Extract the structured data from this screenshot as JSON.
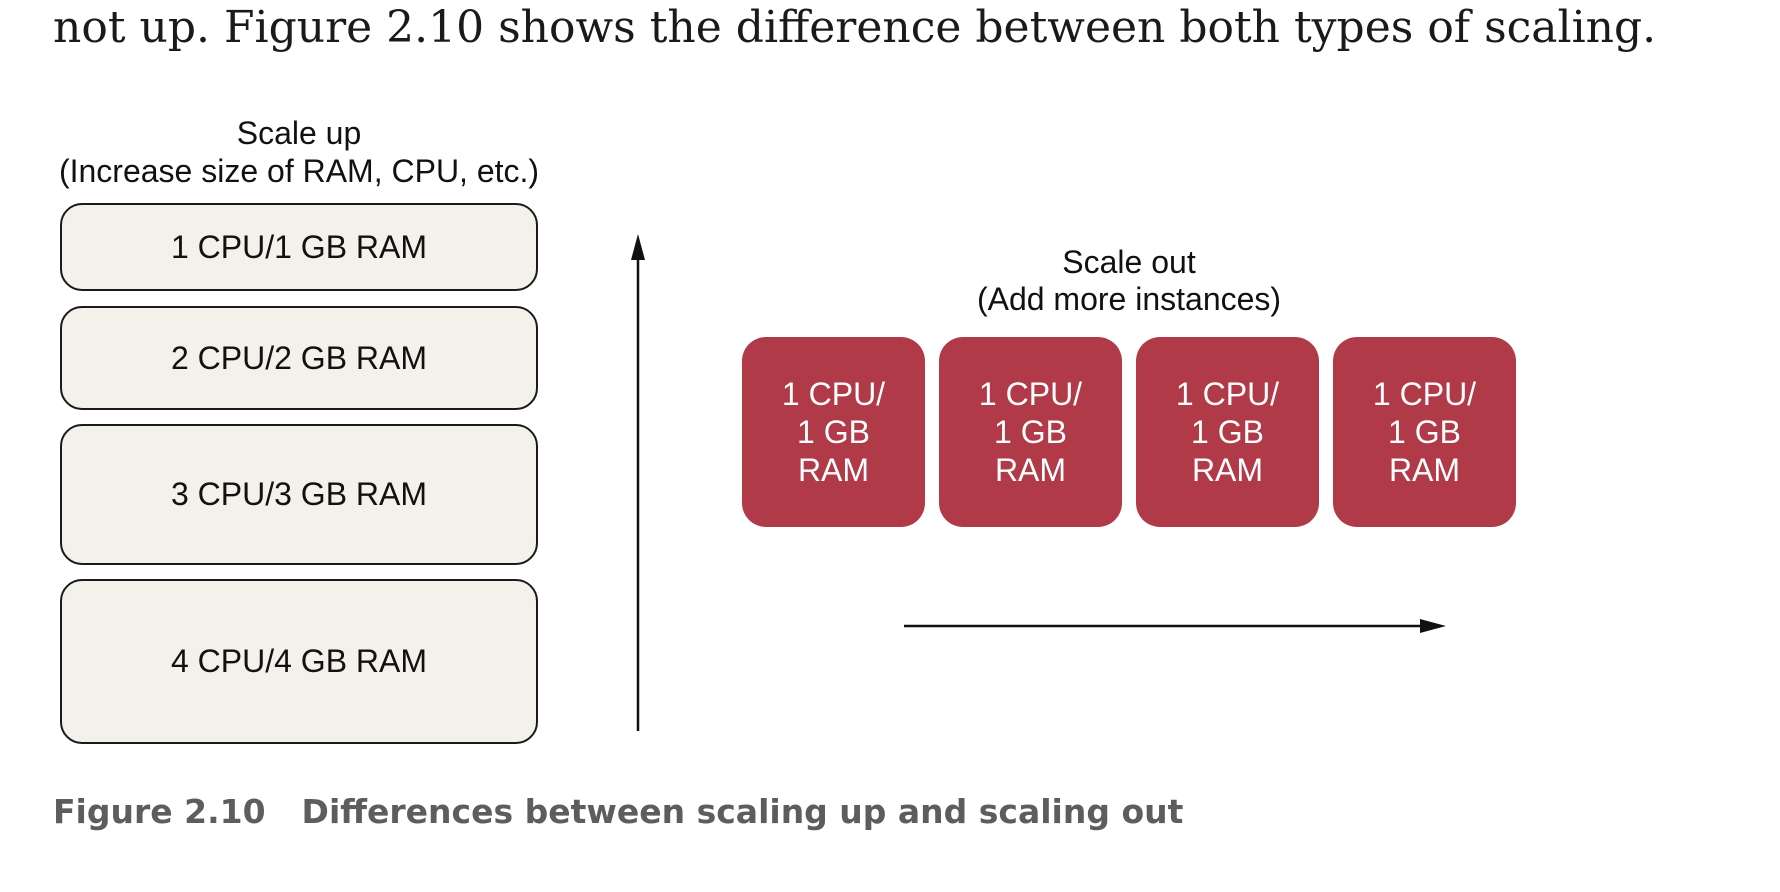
{
  "body_text": "not up. Figure 2.10 shows the difference between both types of scaling.",
  "scale_up": {
    "title": "Scale up",
    "subtitle": "(Increase size of RAM, CPU, etc.)",
    "boxes": [
      "1 CPU/1 GB RAM",
      "2 CPU/2 GB RAM",
      "3 CPU/3 GB RAM",
      "4 CPU/4 GB RAM"
    ]
  },
  "scale_out": {
    "title": "Scale out",
    "subtitle": "(Add more instances)",
    "boxes": [
      "1 CPU/\n1 GB\nRAM",
      "1 CPU/\n1 GB\nRAM",
      "1 CPU/\n1 GB\nRAM",
      "1 CPU/\n1 GB\nRAM"
    ]
  },
  "caption": {
    "number": "Figure 2.10",
    "text": "Differences between scaling up and scaling out"
  },
  "colors": {
    "up_box_fill": "#f3f1ea",
    "out_box_fill": "#b03a48",
    "caption_color": "#5d5d5d"
  }
}
